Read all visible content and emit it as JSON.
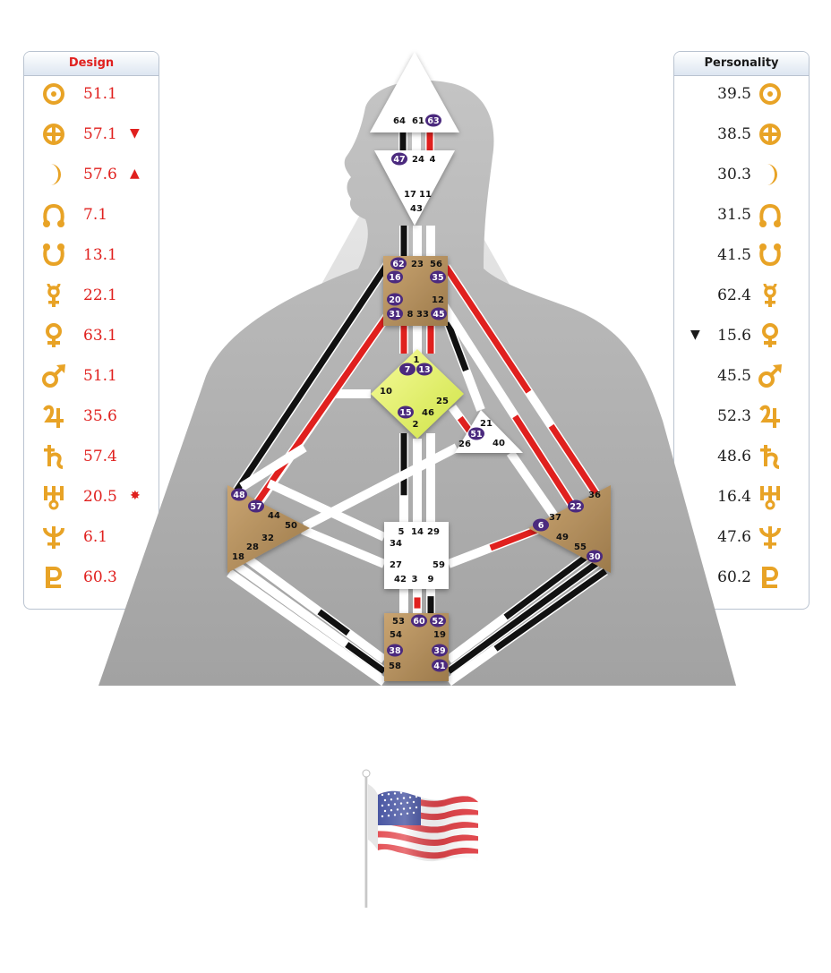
{
  "design": {
    "title": "Design",
    "rows": [
      {
        "icon": "sun-icon",
        "glyph": "sun",
        "value": "51.1",
        "mark": ""
      },
      {
        "icon": "earth-icon",
        "glyph": "earth",
        "value": "57.1",
        "mark": "▼"
      },
      {
        "icon": "moon-icon",
        "glyph": "moon",
        "value": "57.6",
        "mark": "▲"
      },
      {
        "icon": "north-node-icon",
        "glyph": "north-node",
        "value": "7.1",
        "mark": ""
      },
      {
        "icon": "south-node-icon",
        "glyph": "south-node",
        "value": "13.1",
        "mark": ""
      },
      {
        "icon": "mercury-icon",
        "glyph": "mercury",
        "value": "22.1",
        "mark": ""
      },
      {
        "icon": "venus-icon",
        "glyph": "venus",
        "value": "63.1",
        "mark": ""
      },
      {
        "icon": "mars-icon",
        "glyph": "mars",
        "value": "51.1",
        "mark": ""
      },
      {
        "icon": "jupiter-icon",
        "glyph": "jupiter",
        "value": "35.6",
        "mark": ""
      },
      {
        "icon": "saturn-icon",
        "glyph": "saturn",
        "value": "57.4",
        "mark": ""
      },
      {
        "icon": "uranus-icon",
        "glyph": "uranus",
        "value": "20.5",
        "mark": "✸"
      },
      {
        "icon": "neptune-icon",
        "glyph": "neptune",
        "value": "6.1",
        "mark": ""
      },
      {
        "icon": "pluto-icon",
        "glyph": "pluto",
        "value": "60.3",
        "mark": ""
      }
    ]
  },
  "personality": {
    "title": "Personality",
    "rows": [
      {
        "icon": "sun-icon",
        "glyph": "sun",
        "value": "39.5",
        "mark": ""
      },
      {
        "icon": "earth-icon",
        "glyph": "earth",
        "value": "38.5",
        "mark": ""
      },
      {
        "icon": "moon-icon",
        "glyph": "moon",
        "value": "30.3",
        "mark": ""
      },
      {
        "icon": "north-node-icon",
        "glyph": "north-node",
        "value": "31.5",
        "mark": ""
      },
      {
        "icon": "south-node-icon",
        "glyph": "south-node",
        "value": "41.5",
        "mark": ""
      },
      {
        "icon": "mercury-icon",
        "glyph": "mercury",
        "value": "62.4",
        "mark": ""
      },
      {
        "icon": "venus-icon",
        "glyph": "venus",
        "value": "15.6",
        "mark": "▼"
      },
      {
        "icon": "mars-icon",
        "glyph": "mars",
        "value": "45.5",
        "mark": ""
      },
      {
        "icon": "jupiter-icon",
        "glyph": "jupiter",
        "value": "52.3",
        "mark": ""
      },
      {
        "icon": "saturn-icon",
        "glyph": "saturn",
        "value": "48.6",
        "mark": ""
      },
      {
        "icon": "uranus-icon",
        "glyph": "uranus",
        "value": "16.4",
        "mark": ""
      },
      {
        "icon": "neptune-icon",
        "glyph": "neptune",
        "value": "47.6",
        "mark": ""
      },
      {
        "icon": "pluto-icon",
        "glyph": "pluto",
        "value": "60.2",
        "mark": ""
      }
    ]
  },
  "colors": {
    "design_red": "#e0201e",
    "personality_black": "#111111",
    "center_brown": "#b38d5a",
    "center_yellow": "#e5f26a",
    "gate_badge": "#4b2a7e",
    "glyph_gold": "#e8a326"
  },
  "centers": {
    "head": {
      "gates": [
        "64",
        "61",
        "63"
      ],
      "active": [
        "63"
      ]
    },
    "ajna": {
      "gates": [
        "47",
        "24",
        "4",
        "17",
        "11",
        "43"
      ],
      "active": [
        "47"
      ]
    },
    "throat": {
      "gates": [
        "62",
        "23",
        "56",
        "16",
        "35",
        "20",
        "12",
        "31",
        "8",
        "33",
        "45"
      ],
      "active": [
        "62",
        "16",
        "35",
        "20",
        "31",
        "45"
      ]
    },
    "g": {
      "gates": [
        "1",
        "7",
        "13",
        "10",
        "25",
        "15",
        "46",
        "2"
      ],
      "active": [
        "7",
        "13",
        "15"
      ]
    },
    "heart": {
      "gates": [
        "21",
        "51",
        "26",
        "40"
      ],
      "active": [
        "51"
      ]
    },
    "spleen": {
      "gates": [
        "48",
        "57",
        "44",
        "50",
        "32",
        "28",
        "18"
      ],
      "active": [
        "48",
        "57"
      ]
    },
    "solar_plexus": {
      "gates": [
        "36",
        "22",
        "37",
        "6",
        "49",
        "55",
        "30"
      ],
      "active": [
        "22",
        "6",
        "30"
      ]
    },
    "sacral": {
      "gates": [
        "5",
        "14",
        "29",
        "34",
        "27",
        "59",
        "42",
        "3",
        "9"
      ],
      "active": []
    },
    "root": {
      "gates": [
        "53",
        "60",
        "52",
        "54",
        "19",
        "38",
        "39",
        "58",
        "41"
      ],
      "active": [
        "60",
        "52",
        "38",
        "39",
        "41"
      ]
    }
  },
  "flag": {
    "icon": "us-flag-icon"
  }
}
